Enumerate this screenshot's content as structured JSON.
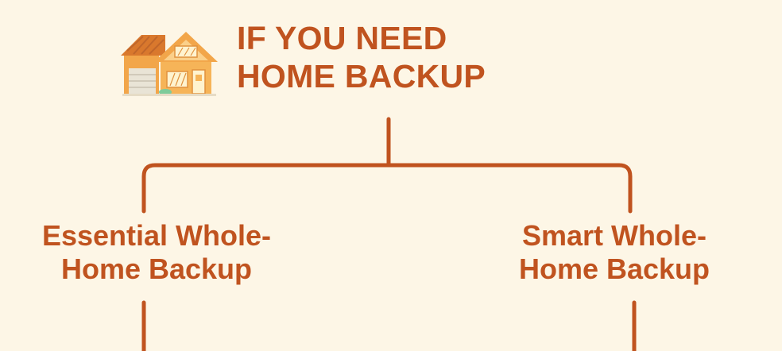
{
  "header": {
    "title_line1": "IF YOU NEED",
    "title_line2": "HOME BACKUP",
    "icon": "house-icon"
  },
  "options": [
    {
      "line1": "Essential Whole-",
      "line2": "Home Backup"
    },
    {
      "line1": "Smart Whole-",
      "line2": "Home Backup"
    }
  ],
  "colors": {
    "background": "#fdf6e6",
    "accent": "#c0531f"
  }
}
